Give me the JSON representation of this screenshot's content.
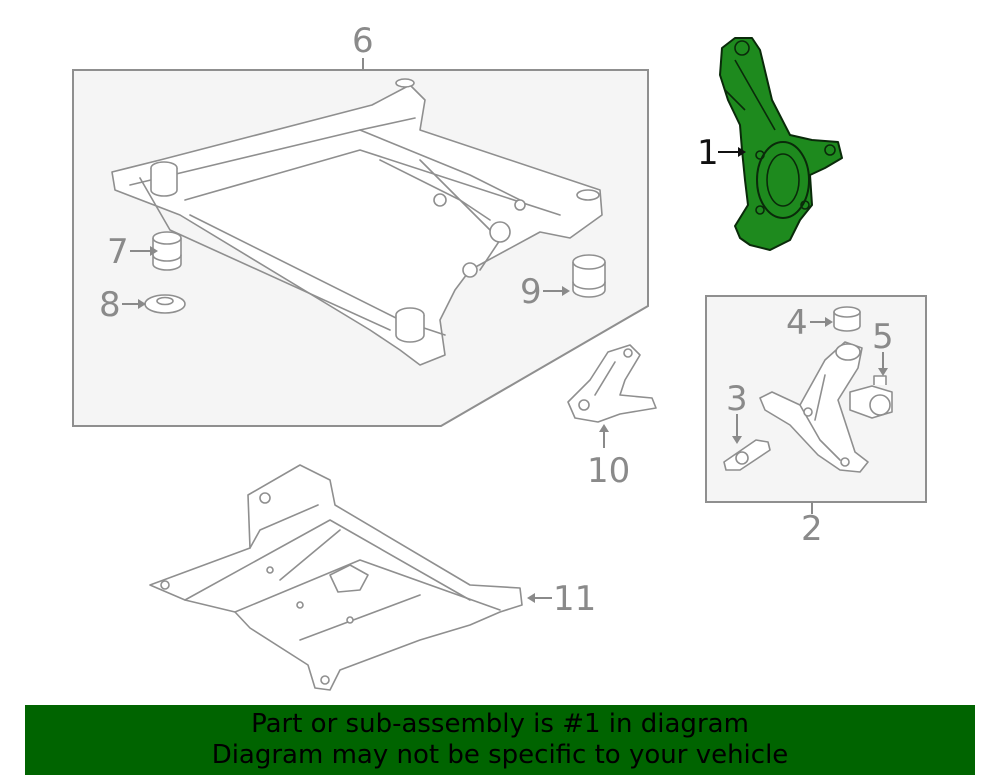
{
  "callouts": {
    "c1": "1",
    "c2": "2",
    "c3": "3",
    "c4": "4",
    "c5": "5",
    "c6": "6",
    "c7": "7",
    "c8": "8",
    "c9": "9",
    "c10": "10",
    "c11": "11"
  },
  "banner": {
    "line1": "Part or sub-assembly is #1 in diagram",
    "line2": "Diagram may not be specific to your vehicle"
  },
  "colors": {
    "highlight_part": "#1e8a1e",
    "banner_background": "#006400",
    "line_art": "#8f8f8f",
    "panel_background": "#f5f5f5"
  }
}
